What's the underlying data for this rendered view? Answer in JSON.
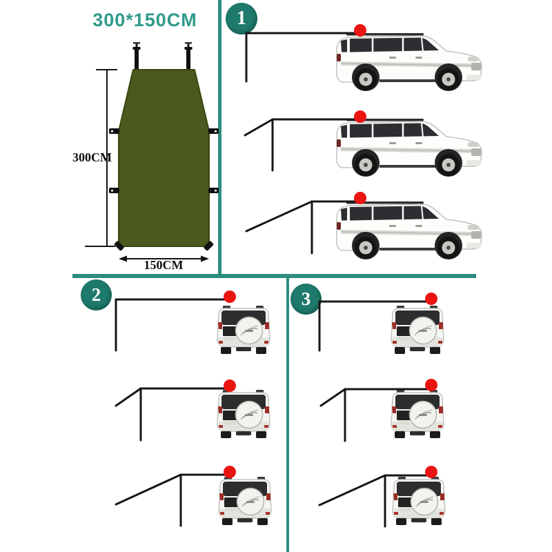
{
  "title": "300*150CM",
  "tarp": {
    "height_label": "300CM",
    "width_label": "150CM"
  },
  "sections": [
    {
      "number": "1"
    },
    {
      "number": "2"
    },
    {
      "number": "3"
    }
  ],
  "colors": {
    "divider_teal": "#2c8c7f",
    "badge_teal": "#1e7a6c",
    "title_teal": "#2f9a8b",
    "tarp_green": "#4a5a1e",
    "attachment_dot_red": "#ea1511",
    "awning_line_black": "#161616"
  }
}
